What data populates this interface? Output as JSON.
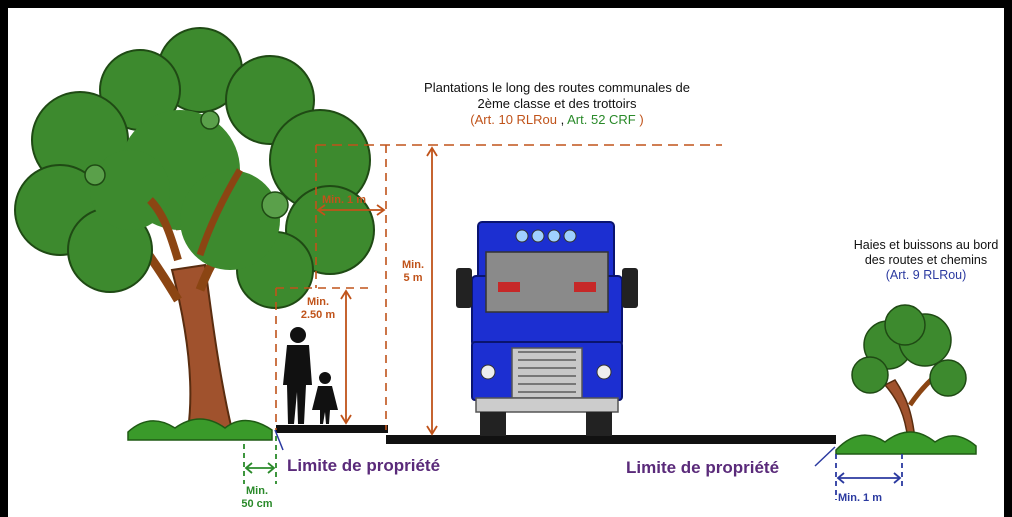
{
  "title": {
    "line1": "Plantations le long des routes communales de",
    "line2": "2ème classe et des trottoirs",
    "art_open": "(",
    "art_rlrou": "Art. 10 RLRou",
    "art_sep": " ,    ",
    "art_crf": "Art. 52 CRF",
    "art_close": " )"
  },
  "hedges": {
    "line1": "Haies et buissons au bord",
    "line2": "des routes et chemins",
    "article": "(Art. 9 RLRou)"
  },
  "dimensions": {
    "min_1m_top": "Min. 1 m",
    "min_5m_line1": "Min.",
    "min_5m_line2": "5 m",
    "min_250_line1": "Min.",
    "min_250_line2": "2.50 m",
    "min_50_line1": "Min.",
    "min_50_line2": "50 cm",
    "min_1m_right": "Min. 1 m"
  },
  "labels": {
    "limite_left": "Limite de propriété",
    "limite_right": "Limite de propriété"
  },
  "colors": {
    "orange": "#c0531a",
    "green": "#2a8a2a",
    "blue": "#2b3aa0",
    "purple": "#5a2a7a",
    "tree_green": "#3d8a2e",
    "truck_blue": "#1c2fd1"
  }
}
